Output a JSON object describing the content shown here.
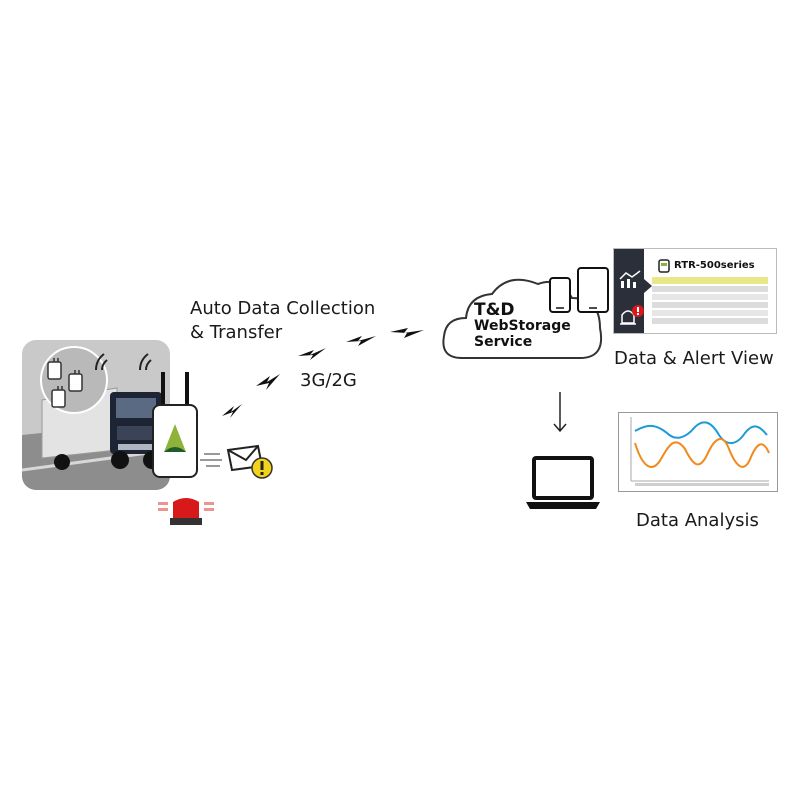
{
  "labels": {
    "auto_collection_line1": "Auto Data Collection",
    "auto_collection_line2": "& Transfer",
    "network": "3G/2G",
    "cloud_line1": "T&D",
    "cloud_line2": "WebStorage",
    "cloud_line3": "Service",
    "data_alert_view": "Data & Alert View",
    "data_analysis": "Data Analysis",
    "device_series": "RTR-500series"
  },
  "colors": {
    "accent_green": "#8fb23a",
    "alert_red": "#d7191c",
    "warning_yellow": "#f2d21b",
    "line_blue": "#1e9bd7",
    "line_orange": "#f08a1c",
    "highlight_row": "#e8e88a",
    "dark_panel": "#2a2f3a"
  },
  "icons": [
    "truck-image",
    "sensor-icon",
    "wifi-signal-icon",
    "data-logger-device",
    "mail-icon",
    "warning-icon",
    "alarm-light-icon",
    "lightning-signal-icon",
    "cloud-icon",
    "smartphone-icon",
    "tablet-icon",
    "chart-icon",
    "alert-icon",
    "laptop-icon",
    "down-arrow-icon"
  ]
}
